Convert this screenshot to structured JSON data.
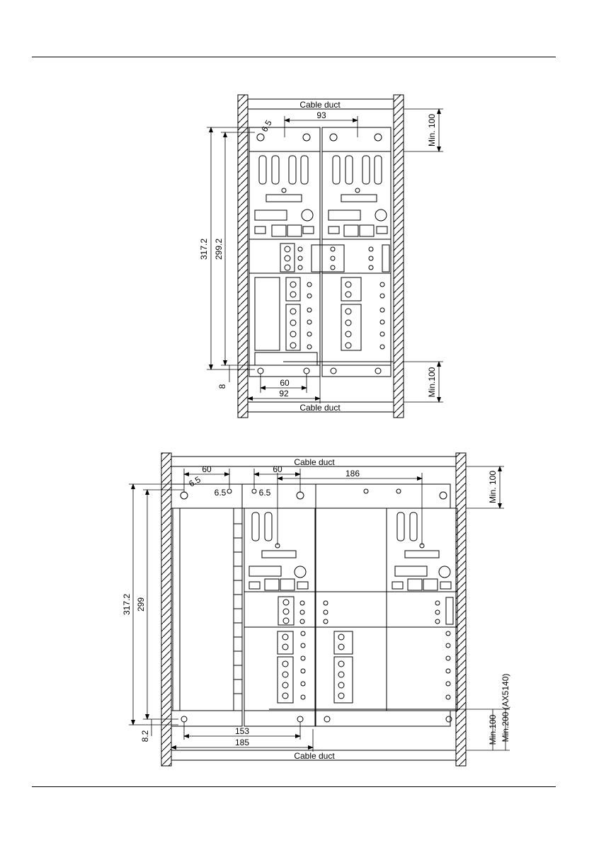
{
  "diagram_top": {
    "cable_duct_top": "Cable duct",
    "cable_duct_bottom": "Cable duct",
    "dim_93": "93",
    "dim_6_5": "6.5",
    "dim_317_2": "317.2",
    "dim_299_2": "299.2",
    "dim_8": "8",
    "dim_60": "60",
    "dim_92": "92",
    "dim_min100_top": "Min. 100",
    "dim_min100_bottom": "Min.100"
  },
  "diagram_bottom": {
    "cable_duct_top": "Cable duct",
    "cable_duct_bottom": "Cable duct",
    "dim_60_a": "60",
    "dim_60_b": "60",
    "dim_186": "186",
    "dim_6_5_a": "6.5",
    "dim_6_5_b": "6.5",
    "dim_6_5_c": "6.5",
    "dim_317_2": "317.2",
    "dim_299": "299",
    "dim_8_2": "8.2",
    "dim_153": "153",
    "dim_185": "185",
    "dim_min100_top": "Min. 100",
    "dim_min100_bottom": "Min.100",
    "dim_min200": "Min.200 (AX5140)"
  }
}
